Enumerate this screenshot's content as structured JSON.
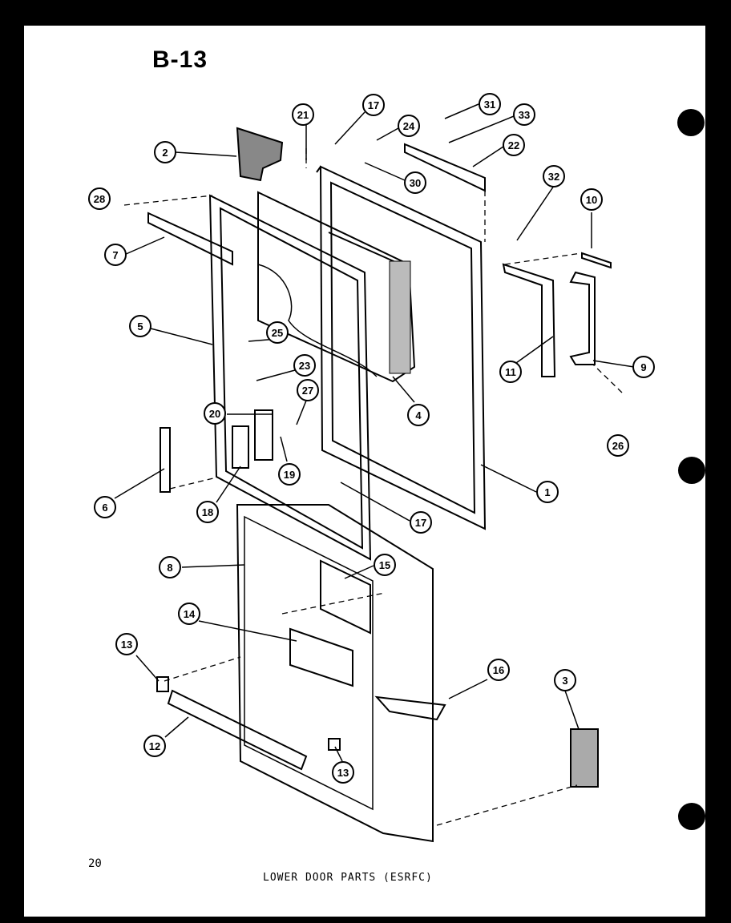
{
  "title": "B-13",
  "page_number": "20",
  "caption": "LOWER DOOR PARTS (ESRFC)",
  "callouts": [
    "1",
    "2",
    "3",
    "4",
    "5",
    "6",
    "7",
    "8",
    "9",
    "10",
    "11",
    "12",
    "13",
    "13",
    "14",
    "15",
    "16",
    "17",
    "17",
    "18",
    "19",
    "20",
    "21",
    "22",
    "23",
    "24",
    "25",
    "26",
    "27",
    "28",
    "30",
    "31",
    "32",
    "33"
  ]
}
